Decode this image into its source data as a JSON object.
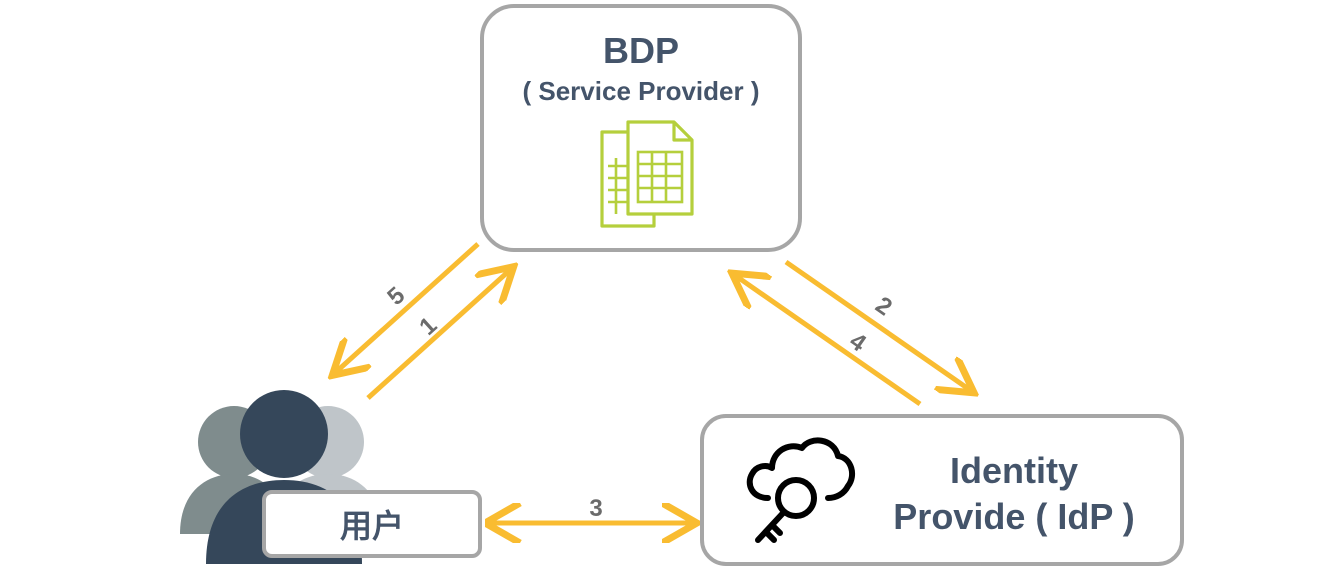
{
  "service_provider": {
    "title": "BDP",
    "subtitle": "( Service Provider )",
    "icon": "spreadsheet-documents-icon"
  },
  "identity_provider": {
    "line1": "Identity",
    "line2": "Provide ( IdP )",
    "icon": "cloud-key-icon"
  },
  "user": {
    "label": "用户",
    "icon": "user-group-icon"
  },
  "steps": [
    "1",
    "2",
    "3",
    "4",
    "5"
  ],
  "colors": {
    "arrow": "#f9bc31",
    "box_border": "#a6a6a6",
    "text": "#44546a",
    "icon_green": "#b5cf3c",
    "user_dark": "#35475a",
    "user_mid": "#7f8c8d",
    "user_light": "#bfc5c9"
  }
}
